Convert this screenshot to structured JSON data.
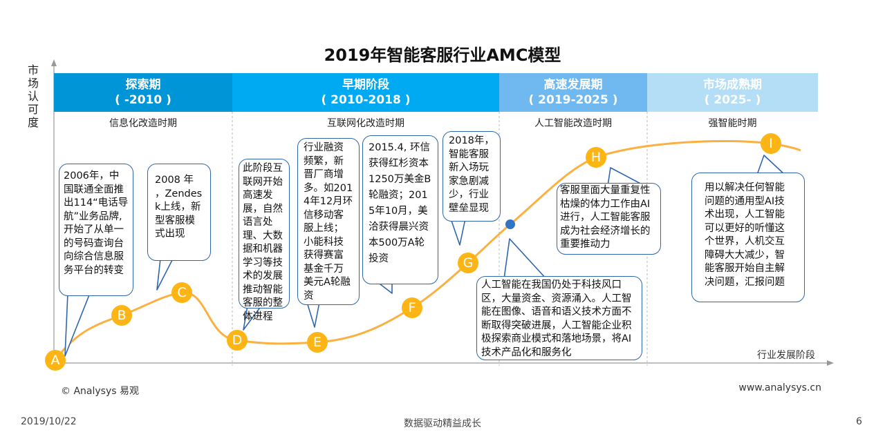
{
  "title": "2019年智能客服行业AMC模型",
  "y_axis_label": "市场认可度",
  "x_axis_label": "行业发展阶段",
  "colors": {
    "phase1": "#0095D7",
    "phase2": "#00AAF2",
    "phase3": "#70B8F0",
    "phase4": "#B4DEF6",
    "curve": "#FBB040",
    "point": "#FDB515",
    "bubble_border": "#2E66AE",
    "dot": "#2F75C4"
  },
  "phases": [
    {
      "name": "探索期",
      "years": "( -2010 )",
      "period": "信息化改造时期"
    },
    {
      "name": "早期阶段",
      "years": "( 2010-2018 )",
      "period": "互联网化改造时期"
    },
    {
      "name": "高速发展期",
      "years": "( 2019-2025 )",
      "period": "人工智能改造时期"
    },
    {
      "name": "市场成熟期",
      "years": "( 2025- )",
      "period": "强智能时期"
    }
  ],
  "points": [
    "A",
    "B",
    "C",
    "D",
    "E",
    "F",
    "G",
    "H",
    "I"
  ],
  "bubbles": [
    "2006年，中国联通全面推出114“电话导航”业务品牌,开始了从单一的号码查询台向综合信息服务平台的转变",
    "2008 年 ，Zendesk上线，新型客服模式出现",
    "此阶段互联网开始高速发展，自然语言处理、大数据和机器学习等技术的发展推动智能客服的整体进程",
    "行业融资频繁，新晋厂商增多。如2014年12月环信移动客服上线；小能科技获得赛富基金千万美元A轮融资",
    "2015.4, 环信获得红杉资本1250万美金B轮融资；2015年10月，美洽获得晨兴资本500万A轮投资",
    "2018年，智能客服新入场玩家急剧减少，行业壁垒显现",
    "人工智能在我国仍处于科技风口区，大量资金、资源涌入。人工智能在图像、语音和语义技术方面不断取得突破进展，人工智能企业积极探索商业模式和落地场景，将AI技术产品化和服务化",
    "客服里面大量重复性枯燥的体力工作由AI进行，人工智能客服成为社会经济增长的重要推动力",
    "用以解决任何智能问题的通用型AI技术出现，人工智能可以更好的听懂这个世界，人机交互障碍大大减少，智能客服开始自主解决问题，汇报问题"
  ],
  "footer": {
    "copyright": "© Analysys 易观",
    "website": "www.analysys.cn",
    "date": "2019/10/22",
    "slogan": "数据驱动精益成长",
    "page": "6"
  }
}
